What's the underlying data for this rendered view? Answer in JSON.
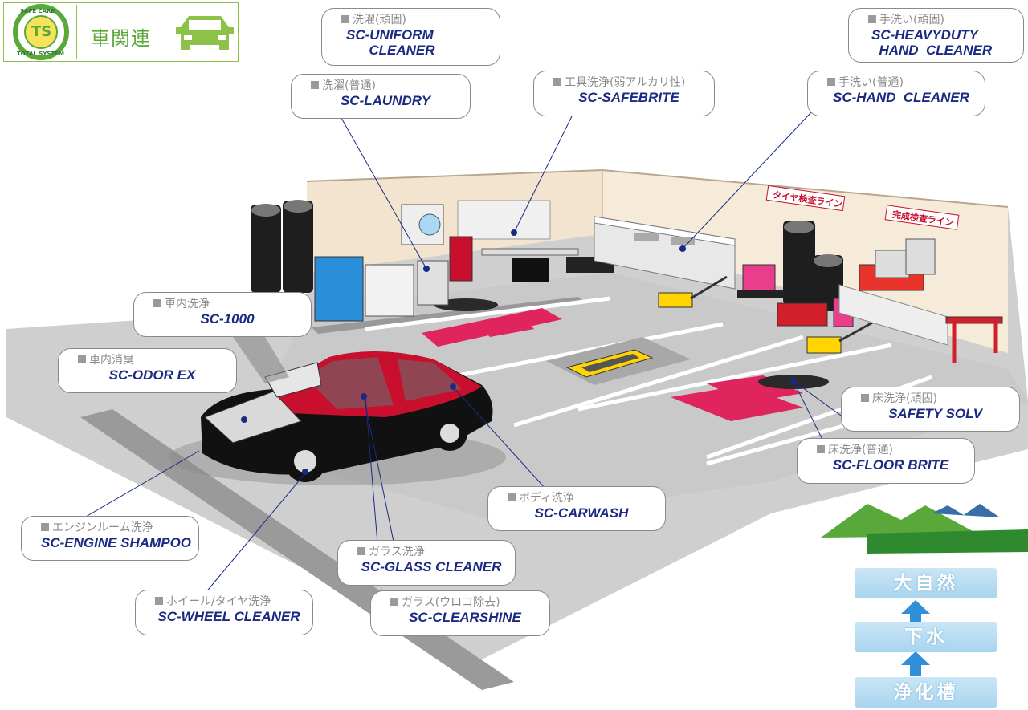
{
  "logo": {
    "badge_top": "SAFE CARE",
    "badge_bottom": "TOTAL SYSTEM",
    "badge_center": "TS",
    "title": "車関連"
  },
  "callouts": [
    {
      "key": "uniform",
      "category": "洗濯(頑固)",
      "product": "SC-UNIFORM\n      CLEANER"
    },
    {
      "key": "laundry",
      "category": "洗濯(普通)",
      "product": "SC-LAUNDRY"
    },
    {
      "key": "safebrite",
      "category": "工具洗浄(弱アルカリ性)",
      "product": "SC-SAFEBRITE"
    },
    {
      "key": "heavyduty",
      "category": "手洗い(頑固)",
      "product": "SC-HEAVYDUTY\n  HAND  CLEANER"
    },
    {
      "key": "handcleaner",
      "category": "手洗い(普通)",
      "product": "SC-HAND  CLEANER"
    },
    {
      "key": "sc1000",
      "category": "車内洗浄",
      "product": "SC-1000"
    },
    {
      "key": "odor",
      "category": "車内消臭",
      "product": "SC-ODOR EX"
    },
    {
      "key": "safetysolv",
      "category": "床洗浄(頑固)",
      "product": "SAFETY SOLV"
    },
    {
      "key": "floorbrite",
      "category": "床洗浄(普通)",
      "product": "SC-FLOOR BRITE"
    },
    {
      "key": "carwash",
      "category": "ボディ洗浄",
      "product": "SC-CARWASH"
    },
    {
      "key": "engine",
      "category": "エンジンルーム洗浄",
      "product": "SC-ENGINE SHAMPOO"
    },
    {
      "key": "glass",
      "category": "ガラス洗浄",
      "product": "SC-GLASS CLEANER"
    },
    {
      "key": "wheel",
      "category": "ホイール/タイヤ洗浄",
      "product": "SC-WHEEL CLEANER"
    },
    {
      "key": "clearshine",
      "category": "ガラス(ウロコ除去)",
      "product": "SC-CLEARSHINE"
    }
  ],
  "signs": {
    "tire_line": "タイヤ検査ライン",
    "finish_line": "完成検査ライン"
  },
  "flow": {
    "top": "大自然",
    "middle": "下水",
    "bottom": "浄化槽"
  },
  "colors": {
    "product_text": "#1a2a82",
    "category_text": "#8a8a8a",
    "floor": "#cfcfcf",
    "wall": "#f3e4cf",
    "car_body": "#c8102e",
    "mat": "#e0245e",
    "flow_box": "#b7dcf2",
    "flow_arrow": "#2f8fd8",
    "logo_green": "#5aa83a"
  }
}
